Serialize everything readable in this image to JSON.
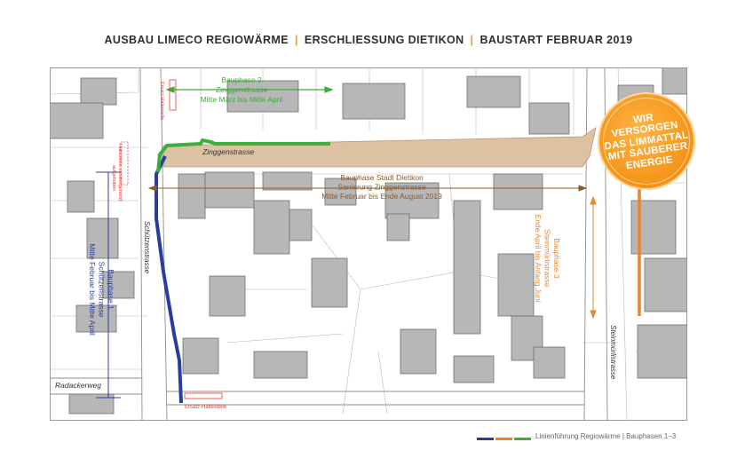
{
  "header": {
    "part1": "AUSBAU LIMECO REGIOWÄRME",
    "part2": "ERSCHLIESSUNG DIETIKON",
    "part3": "BAUSTART FEBRUAR 2019",
    "separator": "|"
  },
  "badge": {
    "lines": [
      "WIR",
      "VERSORGEN",
      "DAS LIMMATTAL",
      "MIT SAUBERER",
      "ENERGIE"
    ]
  },
  "phases": {
    "phase1": {
      "title": "Bauphase 1",
      "street": "Schützenstrasse",
      "period": "Mitte Februar bis Mitte April",
      "color": "#2a3d9c"
    },
    "phase2": {
      "title": "Bauphase 2",
      "street": "Zinggenstrasse",
      "period": "Mitte März bis Mitte April",
      "color": "#3cae3c"
    },
    "phase3": {
      "title": "Bauphase 3",
      "street": "Steinmürlistrasse",
      "period": "Ende April bis Anfang Juni",
      "color": "#e8862a"
    },
    "city": {
      "line1": "Bauphase Stadt Dietikon",
      "line2": "Sanierung Zinggenstrasse",
      "line3": "Mitte Februar bis Ende August 2019",
      "color": "#8b5a2b"
    }
  },
  "streets": {
    "zinggen": "Zinggenstrasse",
    "schuetzen": "Schützenstrasse",
    "radacker": "Radackerweg",
    "steinmuerli": "Steinmürlistrasse"
  },
  "stops": {
    "ersatz_top": "Ersatz-Haltestelle",
    "temp_stop_line1": "Haltestelle vorübergehend",
    "temp_stop_line2": "aufgehoben",
    "ersatz_bottom": "Ersatz-Haltestelle"
  },
  "footer": {
    "text": "Linienführung Regiowärme | Bauphasen 1–3",
    "colors": [
      "#2a3d9c",
      "#e8862a",
      "#3cae3c"
    ]
  }
}
